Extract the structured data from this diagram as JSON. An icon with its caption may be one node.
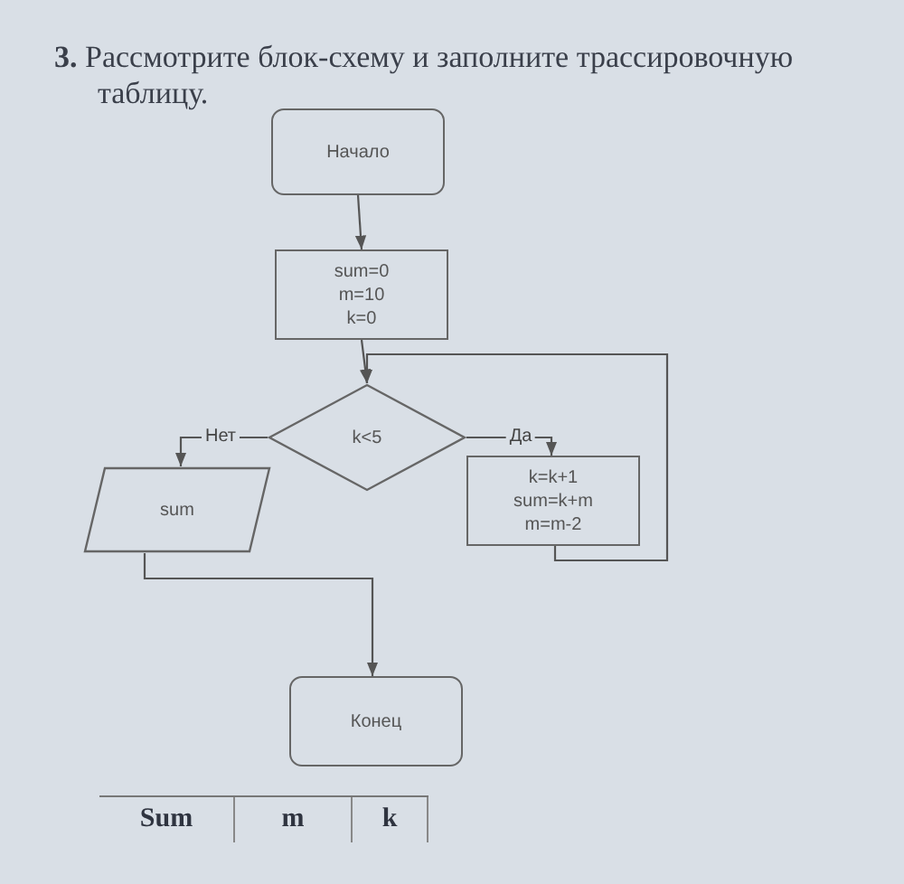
{
  "diagram": {
    "title": "3. Рассмотрите блок-схему и заполните трассировочную таблицу.",
    "nodes": [
      {
        "text": [
          "Начало"
        ]
      },
      {
        "text": [
          "sum=0 m=10 k=0"
        ]
      },
      {
        "text": [
          "k<5"
        ]
      },
      {
        "text": [
          "sum"
        ]
      },
      {
        "text": [
          "k=k+1 sum=k+m m=m-2"
        ]
      },
      {
        "text": [
          "Конец"
        ]
      }
    ],
    "edges": [
      {
        "from": 0,
        "to": 1,
        "arrow": "to"
      },
      {
        "from": 1,
        "to": 2,
        "arrow": "to"
      },
      {
        "from": 2,
        "to": 3,
        "arrow": "to",
        "label": "Нет"
      },
      {
        "from": 2,
        "to": 4,
        "arrow": "to",
        "label": "Да"
      },
      {
        "from": 4,
        "to": 2,
        "arrow": "to"
      },
      {
        "from": 3,
        "to": 5,
        "arrow": "to"
      }
    ],
    "labels": [
      "Sum",
      "m",
      "k"
    ]
  }
}
